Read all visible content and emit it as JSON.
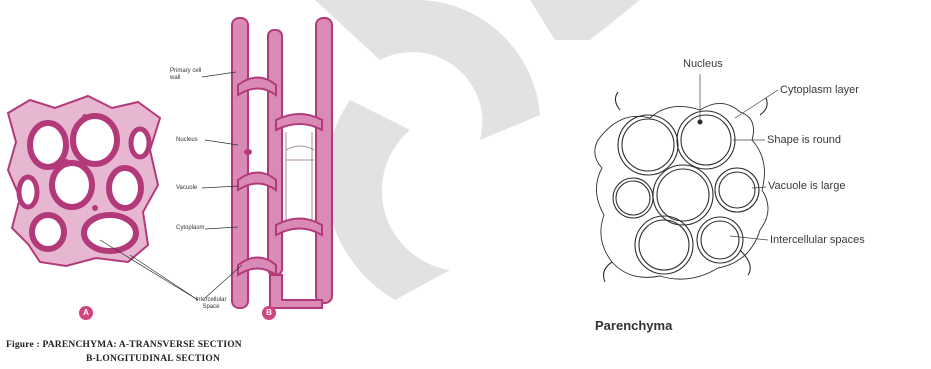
{
  "left_figure": {
    "labels": {
      "primary_cell_wall": "Primary cell wall",
      "nucleus": "Nucleus",
      "vacuole": "Vacuole",
      "cytoplasm": "Cytoplasm",
      "intercellular_space": "Intercellular Space"
    },
    "sub_labels": {
      "a": "A",
      "b": "B"
    },
    "caption": {
      "line1": "Figure : PARENCHYMA: A-TRANSVERSE SECTION",
      "line2": "B-LONGITUDINAL SECTION"
    },
    "colors": {
      "tissue": "#b33a7a",
      "tissue_light": "#d98bb5",
      "marker": "#d0457f"
    }
  },
  "right_figure": {
    "labels": {
      "nucleus": "Nucleus",
      "cytoplasm_layer": "Cytoplasm layer",
      "shape": "Shape is round",
      "vacuole": "Vacuole is large",
      "intercellular": "Intercellular spaces"
    },
    "title": "Parenchyma"
  },
  "background": {
    "watermark_color": "#dcdcdc"
  }
}
